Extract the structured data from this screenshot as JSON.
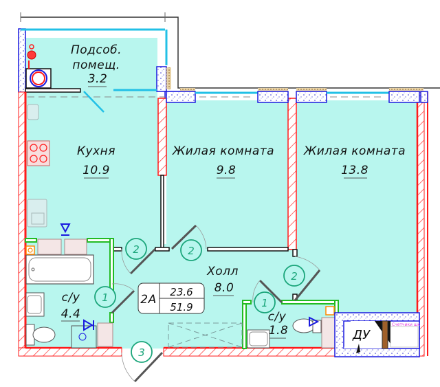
{
  "plan": {
    "apartment_type": "2A",
    "living_area": "23.6",
    "total_area": "51.9",
    "rooms": [
      {
        "id": "utility",
        "name_line1": "Подсоб.",
        "name_line2": "помещ.",
        "area": "3.2"
      },
      {
        "id": "kitchen",
        "name": "Кухня",
        "area": "10.9"
      },
      {
        "id": "living1",
        "name": "Жилая комната",
        "area": "9.8"
      },
      {
        "id": "living2",
        "name": "Жилая комната",
        "area": "13.8"
      },
      {
        "id": "hall",
        "name": "Холл",
        "area": "8.0"
      },
      {
        "id": "bath1",
        "name": "с/у",
        "area": "4.4"
      },
      {
        "id": "bath2",
        "name": "с/у",
        "area": "1.8"
      }
    ],
    "doors": [
      {
        "id": "door-kitchen",
        "number": "2"
      },
      {
        "id": "door-living1",
        "number": "2"
      },
      {
        "id": "door-living2",
        "number": "2"
      },
      {
        "id": "door-bath1",
        "number": "1"
      },
      {
        "id": "door-bath2",
        "number": "1"
      },
      {
        "id": "door-entrance",
        "number": "3"
      }
    ],
    "shaft_label": "ДУ",
    "counter_label": "Счетчики шк",
    "colors": {
      "floor": "#b8f6ee",
      "wall_red": "#ff1a1a",
      "wall_blue": "#1a1adf",
      "partition_green": "#22bb22",
      "window_cyan": "#22c0e6",
      "door_number": "#1aa57a",
      "insulation_tan": "#c8a060"
    }
  }
}
